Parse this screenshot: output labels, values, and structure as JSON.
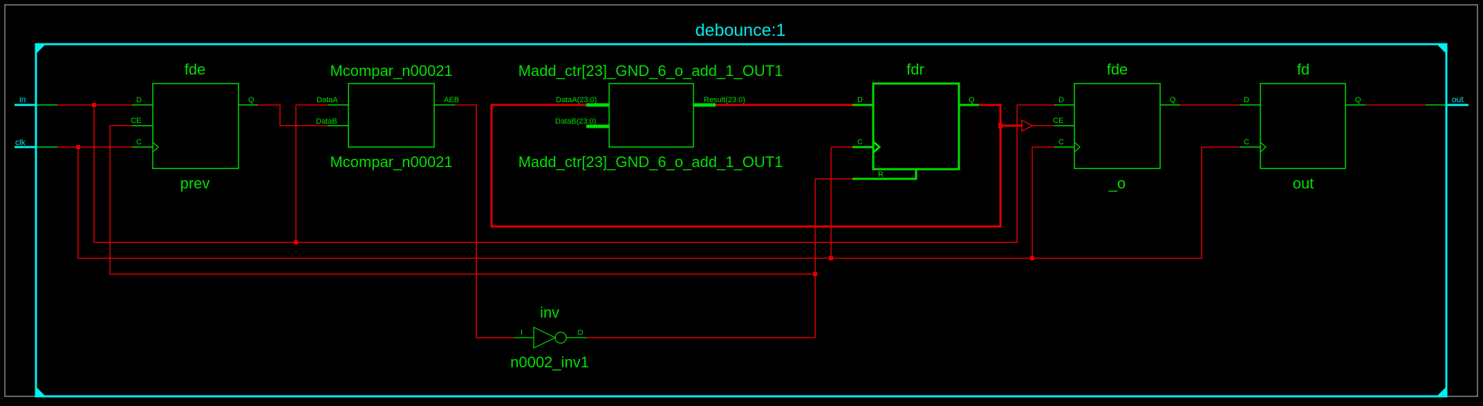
{
  "schematic": {
    "title": "debounce:1",
    "colors": {
      "background": "#000000",
      "frame": "#8a8a8a",
      "module_border": "#00f0f0",
      "component": "#00e000",
      "net": "#e00000"
    },
    "ports": {
      "in": "in",
      "clk": "clk",
      "out": "out"
    },
    "components": {
      "prev": {
        "type": "fde",
        "instance": "prev",
        "pins": {
          "d": "D",
          "ce": "CE",
          "c": "C",
          "q": "Q"
        }
      },
      "mcompar": {
        "type": "Mcompar_n00021",
        "instance": "Mcompar_n00021",
        "pins": {
          "a": "DataA",
          "b": "DataB",
          "aeb": "AEB"
        }
      },
      "madd": {
        "type": "Madd_ctr[23]_GND_6_o_add_1_OUT1",
        "instance": "Madd_ctr[23]_GND_6_o_add_1_OUT1",
        "pins": {
          "a": "DataA(23:0)",
          "b": "DataB(23:0)",
          "result": "Result(23:0)"
        }
      },
      "fdr": {
        "type": "fdr",
        "instance": "",
        "pins": {
          "d": "D",
          "c": "C",
          "r": "R",
          "q": "Q"
        }
      },
      "o": {
        "type": "fde",
        "instance": "_o",
        "pins": {
          "d": "D",
          "ce": "CE",
          "c": "C",
          "q": "Q"
        }
      },
      "out": {
        "type": "fd",
        "instance": "out",
        "pins": {
          "d": "D",
          "c": "C",
          "q": "Q"
        }
      },
      "inv": {
        "type": "inv",
        "instance": "n0002_inv1",
        "pins": {
          "i": "I",
          "o": "O"
        }
      }
    }
  }
}
